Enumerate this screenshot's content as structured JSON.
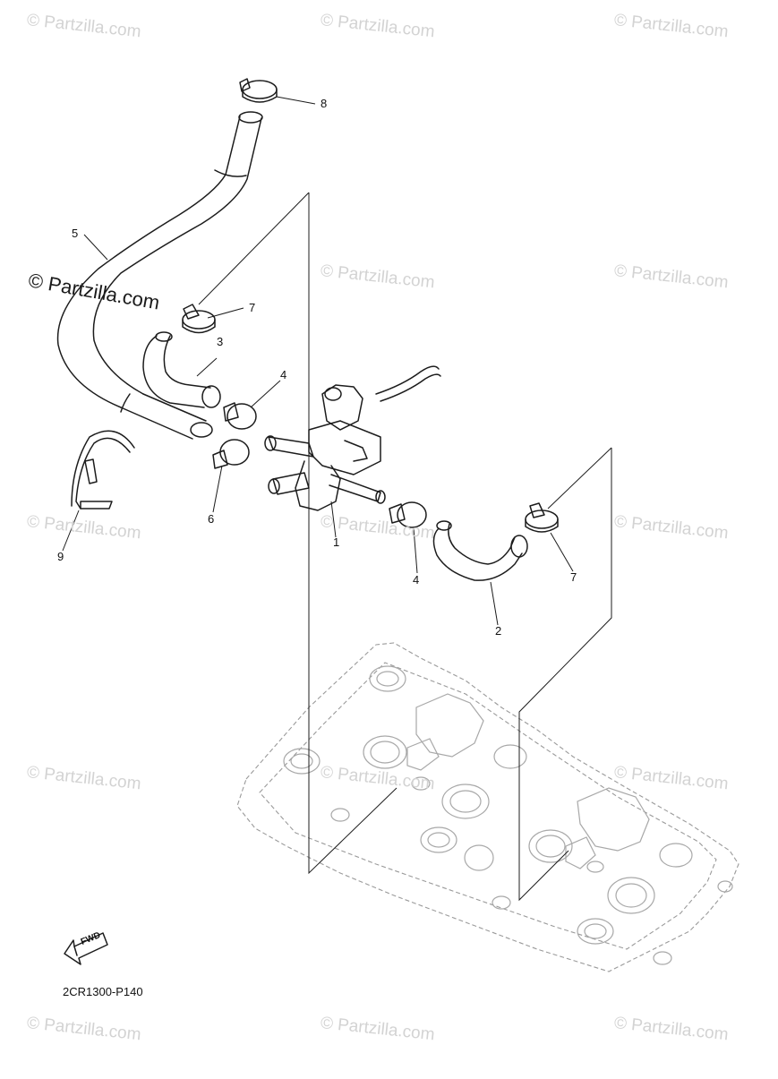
{
  "watermarks": [
    "© Partzilla.com",
    "© Partzilla.com",
    "© Partzilla.com",
    "© Partzilla.com",
    "© Partzilla.com",
    "© Partzilla.com",
    "© Partzilla.com",
    "© Partzilla.com",
    "© Partzilla.com",
    "© Partzilla.com",
    "© Partzilla.com",
    "© Partzilla.com",
    "© Partzilla.com",
    "© Partzilla.com"
  ],
  "watermark_main": "© Partzilla.com",
  "callouts": [
    "8",
    "5",
    "7",
    "3",
    "4",
    "1",
    "6",
    "9",
    "4",
    "2",
    "7"
  ],
  "fwd_label": "FWD",
  "diagram_code": "2CR1300-P140"
}
